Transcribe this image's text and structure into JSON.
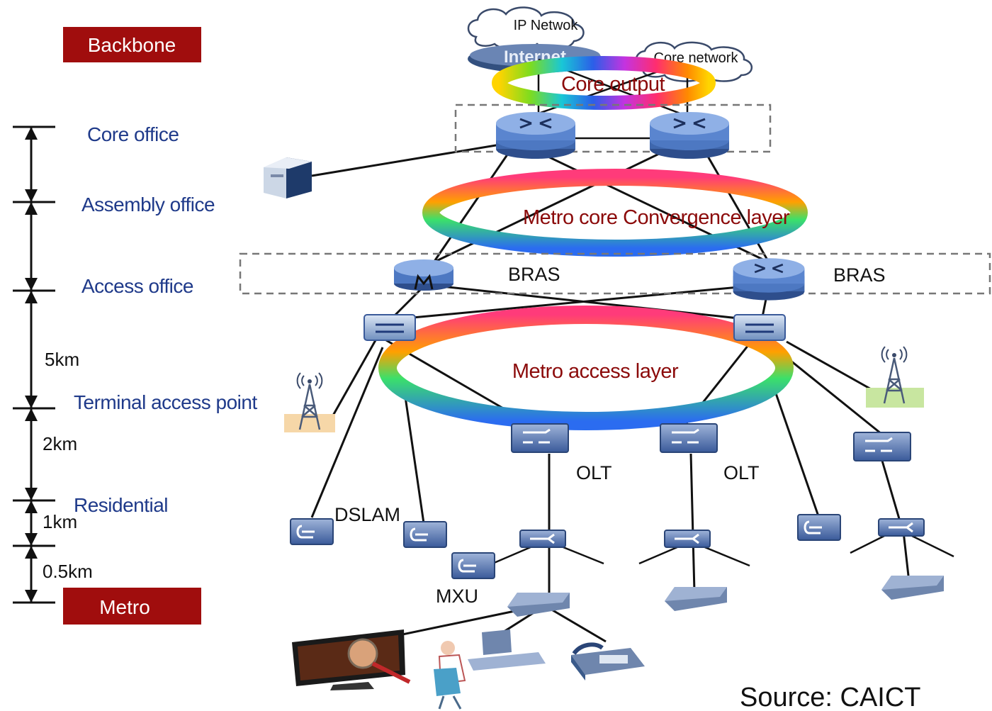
{
  "badges": {
    "backbone": "Backbone",
    "metro": "Metro"
  },
  "tiers": {
    "core_office": "Core  office",
    "assembly_office": "Assembly office",
    "access_office": "Access  office",
    "terminal_access_point": "Terminal access point",
    "residential": "Residential"
  },
  "distances": {
    "d5km": "5km",
    "d2km": "2km",
    "d1km": "1km",
    "d05km": "0.5km"
  },
  "clouds": {
    "ip_network": "IP Netwok",
    "internet": "Internet",
    "core_network": "Core network"
  },
  "rings": {
    "core_output": "Core output",
    "metro_core": "Metro core Convergence layer",
    "metro_access": "Metro access layer"
  },
  "nodes": {
    "bras_left": "BRAS",
    "bras_right": "BRAS",
    "olt_left": "OLT",
    "olt_right": "OLT",
    "dslam": "DSLAM",
    "mxu": "MXU"
  },
  "source": "Source: CAICT"
}
